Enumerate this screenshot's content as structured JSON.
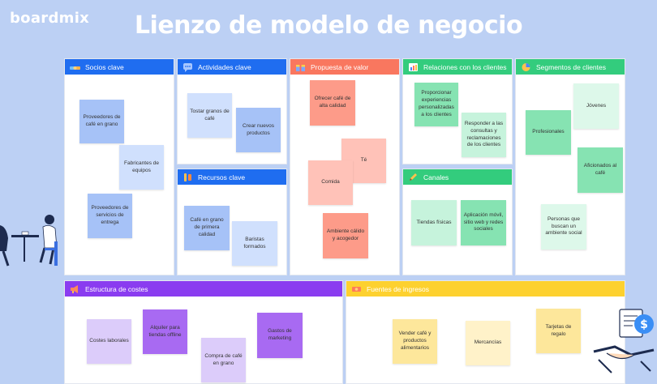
{
  "brand": "boardmix",
  "title": "Lienzo de modelo de negocio",
  "colors": {
    "background": "#bcd0f4",
    "blue_header": "#1f6df0",
    "salmon_header": "#f9775f",
    "green_header": "#33cc7d",
    "purple_header": "#8a3cf0",
    "yellow_header": "#fdd12f"
  },
  "sections": {
    "socios": {
      "label": "Socios clave",
      "icon": "handshake-icon",
      "notes": [
        "Proveedores de café en grano",
        "Fabricantes de equipos",
        "Proveedores de servicios de entrega"
      ]
    },
    "actividades": {
      "label": "Actividades clave",
      "icon": "chat-icon",
      "notes": [
        "Tostar granos de café",
        "Crear nuevos productos"
      ]
    },
    "recursos": {
      "label": "Recursos clave",
      "icon": "tools-icon",
      "notes": [
        "Café en grano de primera calidad",
        "Baristas formados"
      ]
    },
    "propuesta": {
      "label": "Propuesta de valor",
      "icon": "gift-icon",
      "notes": [
        "Ofrecer café de alta calidad",
        "Té",
        "Comida",
        "Ambiente cálido y acogedor"
      ]
    },
    "relaciones": {
      "label": "Relaciones con los clientes",
      "icon": "chart-icon",
      "notes": [
        "Proporcionar experiencias personalizadas a los clientes",
        "Responder a las consultas y reclamaciones de los clientes"
      ]
    },
    "canales": {
      "label": "Canales",
      "icon": "pencil-icon",
      "notes": [
        "Tiendas físicas",
        "Aplicación móvil, sitio web y redes sociales"
      ]
    },
    "segmentos": {
      "label": "Segmentos de clientes",
      "icon": "pie-icon",
      "notes": [
        "Jóvenes",
        "Profesionales",
        "Aficionados al café",
        "Personas que buscan un ambiente social"
      ]
    },
    "costes": {
      "label": "Estructura de costes",
      "icon": "megaphone-icon",
      "notes": [
        "Costes laborales",
        "Alquiler para tiendas offline",
        "Compra de café en grano",
        "Gastos de marketing"
      ]
    },
    "ingresos": {
      "label": "Fuentes de ingresos",
      "icon": "money-icon",
      "notes": [
        "Vender café y productos alimentarios",
        "Mercancías",
        "Tarjetas de regalo"
      ]
    }
  }
}
